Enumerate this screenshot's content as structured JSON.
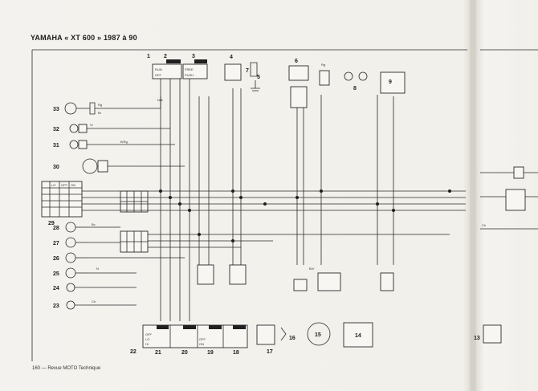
{
  "header": {
    "title": "YAMAHA « XT 600 » 1987 à 90"
  },
  "footer": {
    "text": "160 — Revue MOTO Technique"
  },
  "components": [
    {
      "id": "c1",
      "label": "1"
    },
    {
      "id": "c2",
      "label": "2"
    },
    {
      "id": "c3",
      "label": "3"
    },
    {
      "id": "c4",
      "label": "4"
    },
    {
      "id": "c5",
      "label": "5"
    },
    {
      "id": "c6",
      "label": "6"
    },
    {
      "id": "c7",
      "label": "7"
    },
    {
      "id": "c8",
      "label": "8"
    },
    {
      "id": "c9",
      "label": "9"
    },
    {
      "id": "c13",
      "label": "13"
    },
    {
      "id": "c14",
      "label": "14"
    },
    {
      "id": "c15",
      "label": "15"
    },
    {
      "id": "c16",
      "label": "16"
    },
    {
      "id": "c17",
      "label": "17"
    },
    {
      "id": "c18",
      "label": "18"
    },
    {
      "id": "c19",
      "label": "19"
    },
    {
      "id": "c20",
      "label": "20"
    },
    {
      "id": "c21",
      "label": "21"
    },
    {
      "id": "c22",
      "label": "22"
    },
    {
      "id": "c23",
      "label": "23"
    },
    {
      "id": "c24",
      "label": "24"
    },
    {
      "id": "c25",
      "label": "25"
    },
    {
      "id": "c26",
      "label": "26"
    },
    {
      "id": "c27",
      "label": "27"
    },
    {
      "id": "c28",
      "label": "28"
    },
    {
      "id": "c29",
      "label": "29"
    },
    {
      "id": "c30",
      "label": "30"
    },
    {
      "id": "c31",
      "label": "31"
    },
    {
      "id": "c32",
      "label": "32"
    },
    {
      "id": "c33",
      "label": "33"
    }
  ],
  "switch_labels": {
    "run": "RUN",
    "off": "OFF",
    "free": "FREE",
    "push": "PUSH",
    "on": "ON",
    "lo": "LO",
    "hi": "HI"
  },
  "wire_codes": [
    "Rg",
    "Br",
    "Vi",
    "B/Rg",
    "N",
    "Bc",
    "Ch",
    "N/B",
    "B/V",
    "B/Vi"
  ]
}
